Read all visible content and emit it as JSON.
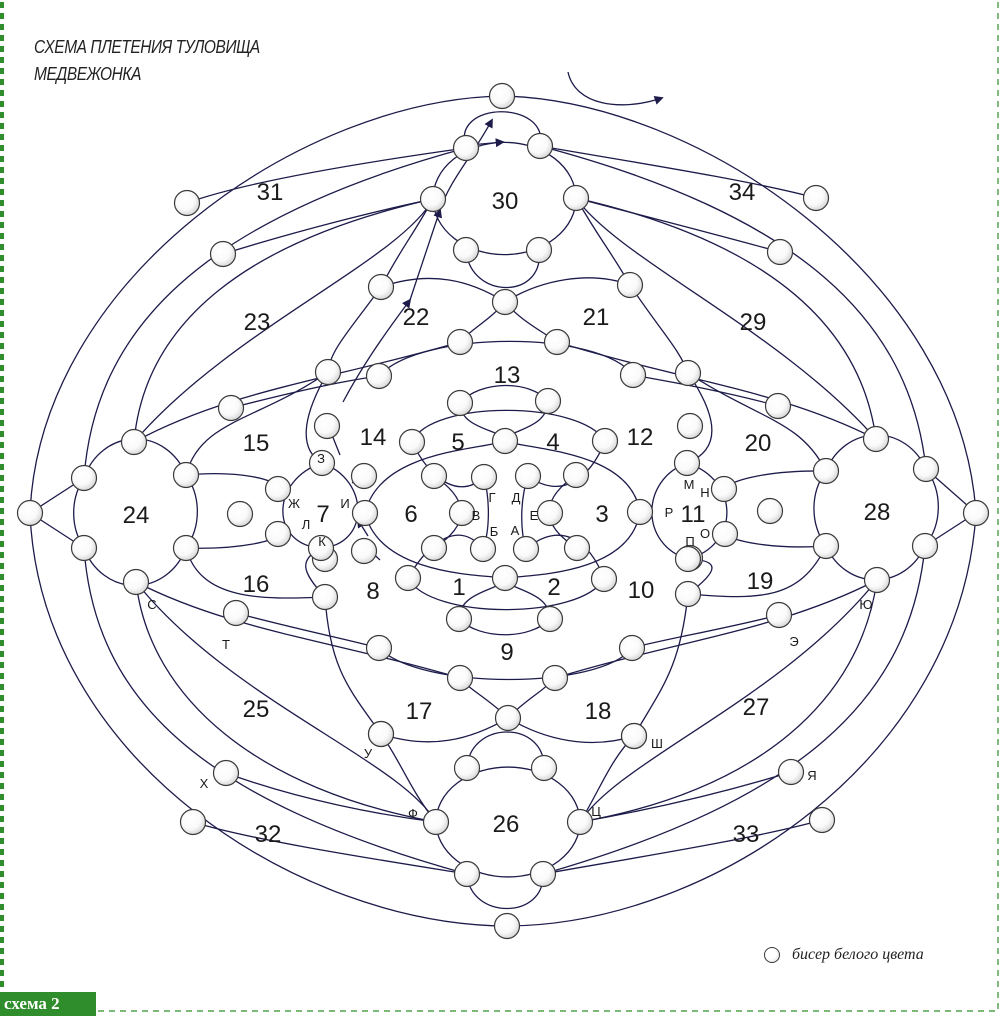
{
  "title_lines": [
    "СХЕМА ПЛЕТЕНИЯ ТУЛОВИЩА",
    "МЕДВЕЖОНКА"
  ],
  "legend_text": "бисер белого цвета",
  "tag_text": "схема 2",
  "colors": {
    "line": "#1d1b4a",
    "frame": "#2f8d2b",
    "arrow": "#1d1b4a",
    "bead_stroke": "#3a3a3a"
  },
  "cells": [
    {
      "n": "1"
    },
    {
      "n": "2"
    },
    {
      "n": "3"
    },
    {
      "n": "4"
    },
    {
      "n": "5"
    },
    {
      "n": "6"
    },
    {
      "n": "7"
    },
    {
      "n": "8"
    },
    {
      "n": "9"
    },
    {
      "n": "10"
    },
    {
      "n": "11"
    },
    {
      "n": "12"
    },
    {
      "n": "13"
    },
    {
      "n": "14"
    },
    {
      "n": "15"
    },
    {
      "n": "16"
    },
    {
      "n": "17"
    },
    {
      "n": "18"
    },
    {
      "n": "19"
    },
    {
      "n": "20"
    },
    {
      "n": "21"
    },
    {
      "n": "22"
    },
    {
      "n": "23"
    },
    {
      "n": "24"
    },
    {
      "n": "25"
    },
    {
      "n": "26"
    },
    {
      "n": "27"
    },
    {
      "n": "28"
    },
    {
      "n": "29"
    },
    {
      "n": "30"
    },
    {
      "n": "31"
    },
    {
      "n": "32"
    },
    {
      "n": "33"
    },
    {
      "n": "34"
    }
  ],
  "letters": [
    "А",
    "Б",
    "В",
    "Г",
    "Д",
    "Е",
    "Ж",
    "З",
    "И",
    "К",
    "Л",
    "М",
    "Н",
    "О",
    "П",
    "Р",
    "С",
    "Т",
    "У",
    "Ф",
    "Х",
    "Ц",
    "Ш",
    "Э",
    "Ю",
    "Я"
  ]
}
